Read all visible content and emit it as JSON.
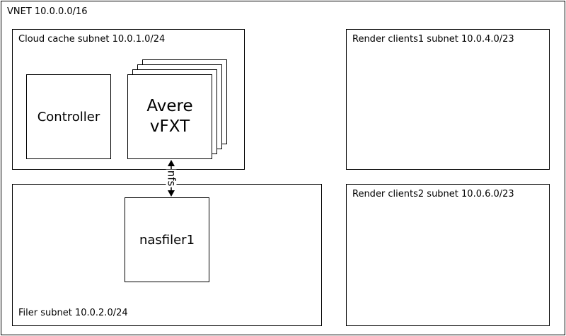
{
  "vnet": {
    "label": "VNET 10.0.0.0/16"
  },
  "cache_subnet": {
    "label": "Cloud cache subnet 10.0.1.0/24",
    "controller": "Controller",
    "avere_line1": "Avere",
    "avere_line2": "vFXT"
  },
  "filer_subnet": {
    "label": "Filer subnet 10.0.2.0/24",
    "nasfiler": "nasfiler1"
  },
  "render1_subnet": {
    "label": "Render clients1 subnet 10.0.4.0/23"
  },
  "render2_subnet": {
    "label": "Render clients2 subnet 10.0.6.0/23"
  },
  "connection": {
    "label": "nfs"
  }
}
